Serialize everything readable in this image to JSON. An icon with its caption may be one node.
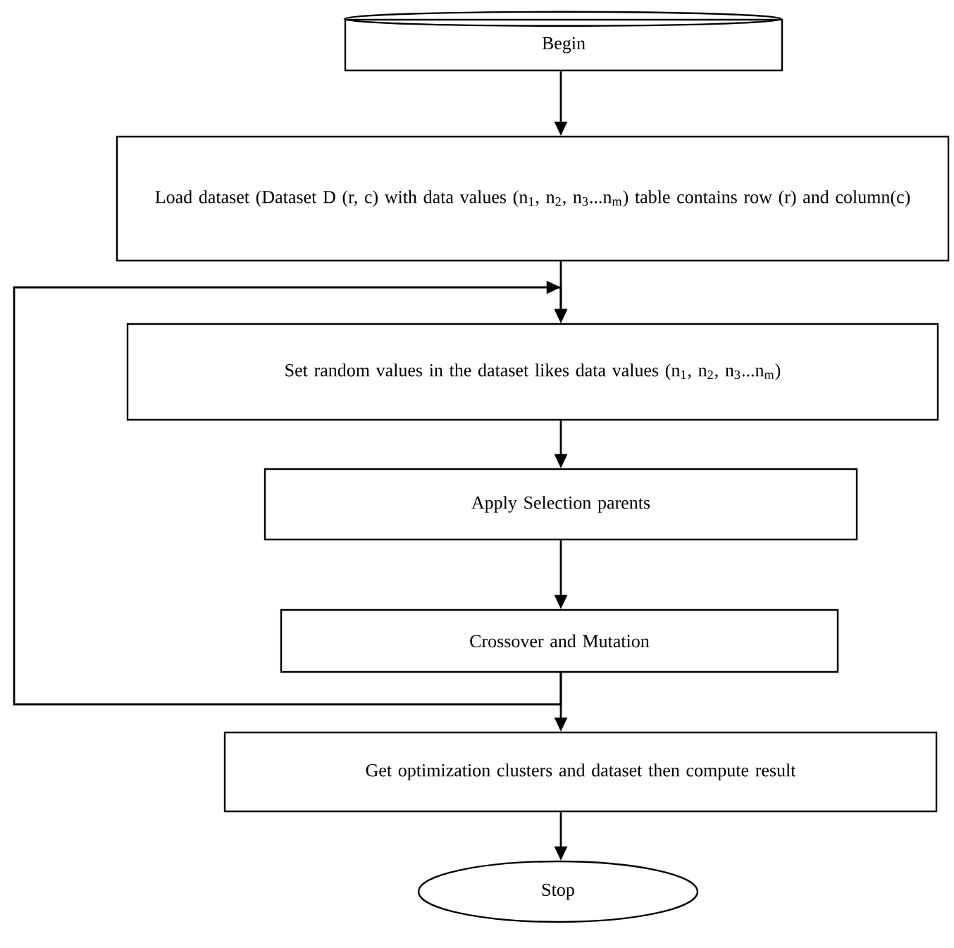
{
  "diagram": {
    "nodes": [
      {
        "text": [
          "Begin"
        ]
      },
      {
        "text": [
          "Load dataset (Dataset D (r, c) with data values (n$_{1}$, n$_{2}$, n$_{3}$...n$_{m}$) table contains row (r) and column(c)"
        ]
      },
      {
        "text": [
          "Set random values in the dataset likes data values (n$_{1}$, n$_{2}$, n$_{3}$...n$_{m}$)"
        ]
      },
      {
        "text": [
          "Apply Selection parents"
        ]
      },
      {
        "text": [
          "Crossover and Mutation"
        ]
      },
      {
        "text": [
          "Get optimization clusters and dataset then compute result"
        ]
      },
      {
        "text": [
          "Stop"
        ]
      }
    ],
    "edges": [
      {
        "from": 0,
        "to": 1,
        "arrow": "to"
      },
      {
        "from": 1,
        "to": 2,
        "arrow": "to"
      },
      {
        "from": 2,
        "to": 3,
        "arrow": "to"
      },
      {
        "from": 3,
        "to": 4,
        "arrow": "to"
      },
      {
        "from": 4,
        "to": 5,
        "arrow": "to"
      },
      {
        "from": 5,
        "to": 6,
        "arrow": "to"
      },
      {
        "from": 4,
        "to": 2,
        "arrow": "to"
      }
    ]
  }
}
